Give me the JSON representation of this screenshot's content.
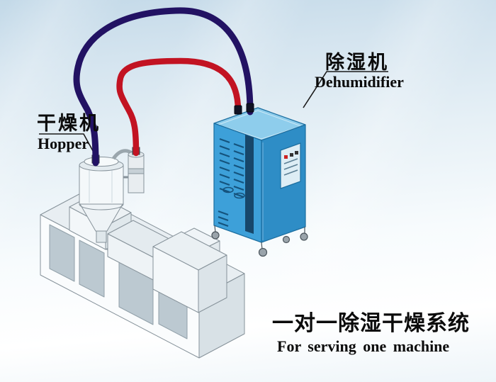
{
  "labels": {
    "dryer_zh": "干燥机",
    "dryer_en": "Hopper",
    "dehumidifier_zh": "除湿机",
    "dehumidifier_en": "Dehumidifier",
    "system_zh": "一对一除湿干燥系统",
    "system_en": "For serving one machine"
  },
  "colors": {
    "hose_red": "#c21322",
    "hose_navy": "#221263",
    "cabinet_front": "#3da0d9",
    "cabinet_side": "#2e8dc6",
    "cabinet_top": "#8ecdec",
    "cabinet_dark": "#17476b"
  }
}
